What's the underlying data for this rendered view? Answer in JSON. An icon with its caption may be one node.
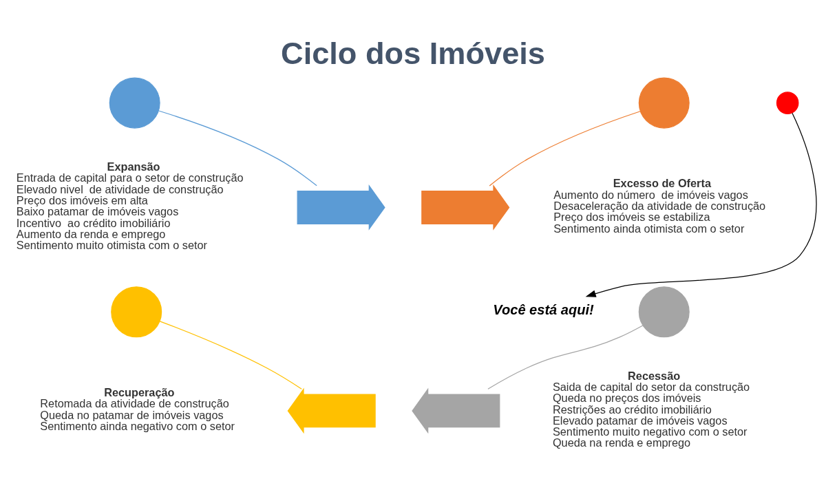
{
  "diagram": {
    "title": "Ciclo dos Imóveis",
    "nodes": [
      {
        "text": [],
        "shape": "circle"
      },
      {
        "text": [
          "Expansão",
          "Entrada de capital para o setor de construção",
          "Elevado nivel  de atividade de construção",
          "Preço dos imóveis em alta",
          "Baixo patamar de imóveis vagos",
          "Incentivo  ao crédito imobiliário",
          "Aumento da renda e emprego",
          "Sentimento muito otimista com o setor"
        ]
      },
      {
        "text": [],
        "shape": "arrow"
      },
      {
        "text": [],
        "shape": "circle"
      },
      {
        "text": [
          "Excesso de Oferta",
          "Aumento do número  de imóveis vagos",
          "Desaceleração da atividade de construção",
          "Preço dos imóveis se estabiliza",
          "Sentimento ainda otimista com o setor"
        ]
      },
      {
        "text": [],
        "shape": "arrow"
      },
      {
        "text": [],
        "shape": "arrow"
      },
      {
        "text": [
          "Você está aqui!"
        ]
      },
      {
        "text": [],
        "shape": "circle"
      },
      {
        "text": [],
        "shape": "circle"
      },
      {
        "text": [
          "Recessão",
          "Saida de capital do setor da construção",
          "Queda no preços dos imóveis",
          "Restrições ao crédito imobiliário",
          "Elevado patamar de imóveis vagos",
          "Sentimento muito negativo com o setor",
          "Queda na renda e emprego"
        ]
      },
      {
        "text": [],
        "shape": "circle"
      },
      {
        "text": [
          "Recuperação",
          "Retomada da atividade de construção",
          "Queda no patamar de imóveis vagos",
          "Sentimento ainda negativo com o setor"
        ]
      },
      {
        "text": [],
        "shape": "arrow"
      }
    ],
    "edges": [
      {
        "from": 0,
        "to": 2,
        "arrow": "none",
        "color": "#5b9bd5"
      },
      {
        "from": 3,
        "to": 5,
        "arrow": "none",
        "color": "#ed7d31"
      },
      {
        "from": 9,
        "to": 6,
        "arrow": "none",
        "color": "#a5a5a5"
      },
      {
        "from": 11,
        "to": 13,
        "arrow": "none",
        "color": "#ffc000"
      },
      {
        "from": 8,
        "to": 7,
        "arrow": "to",
        "color": "#000000"
      }
    ]
  }
}
